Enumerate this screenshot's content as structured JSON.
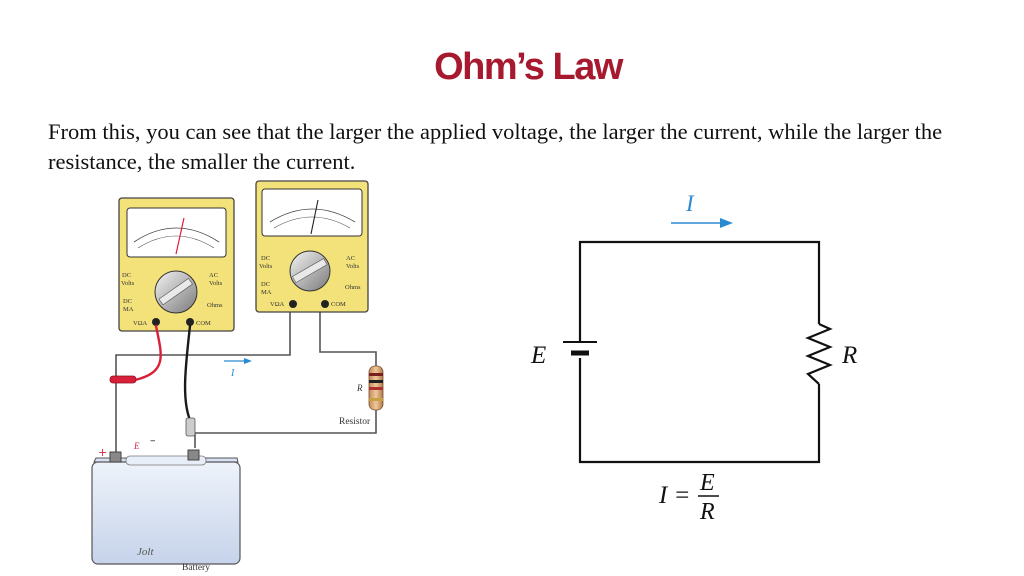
{
  "slide": {
    "title": "Ohm’s Law",
    "body": "From this, you can see that the larger the applied voltage, the larger the current, while the larger the resistance, the smaller the current."
  },
  "photo": {
    "meter_labels": {
      "dc_volts": [
        "DC",
        "Volts"
      ],
      "ac_volts": [
        "AC",
        "Volts"
      ],
      "dc_ma": [
        "DC",
        "MA"
      ],
      "ohms": "Ohms",
      "v_ohm_a": "VΩA",
      "com": "COM"
    },
    "current_label": "I",
    "resistor_symbol": "R",
    "resistor_caption": "Resistor",
    "battery_plus": "+",
    "battery_emf": "E",
    "battery_minus": "–",
    "battery_brand": "Jolt",
    "battery_caption": "Battery"
  },
  "schematic": {
    "current_label": "I",
    "source_label": "E",
    "resistor_label": "R",
    "formula": {
      "lhs": "I =",
      "numerator": "E",
      "denominator": "R"
    }
  },
  "colors": {
    "title": "#a6192e",
    "meter_body": "#f3e27a",
    "probe_red": "#d8203a",
    "current_arrow": "#2a8ad0"
  }
}
